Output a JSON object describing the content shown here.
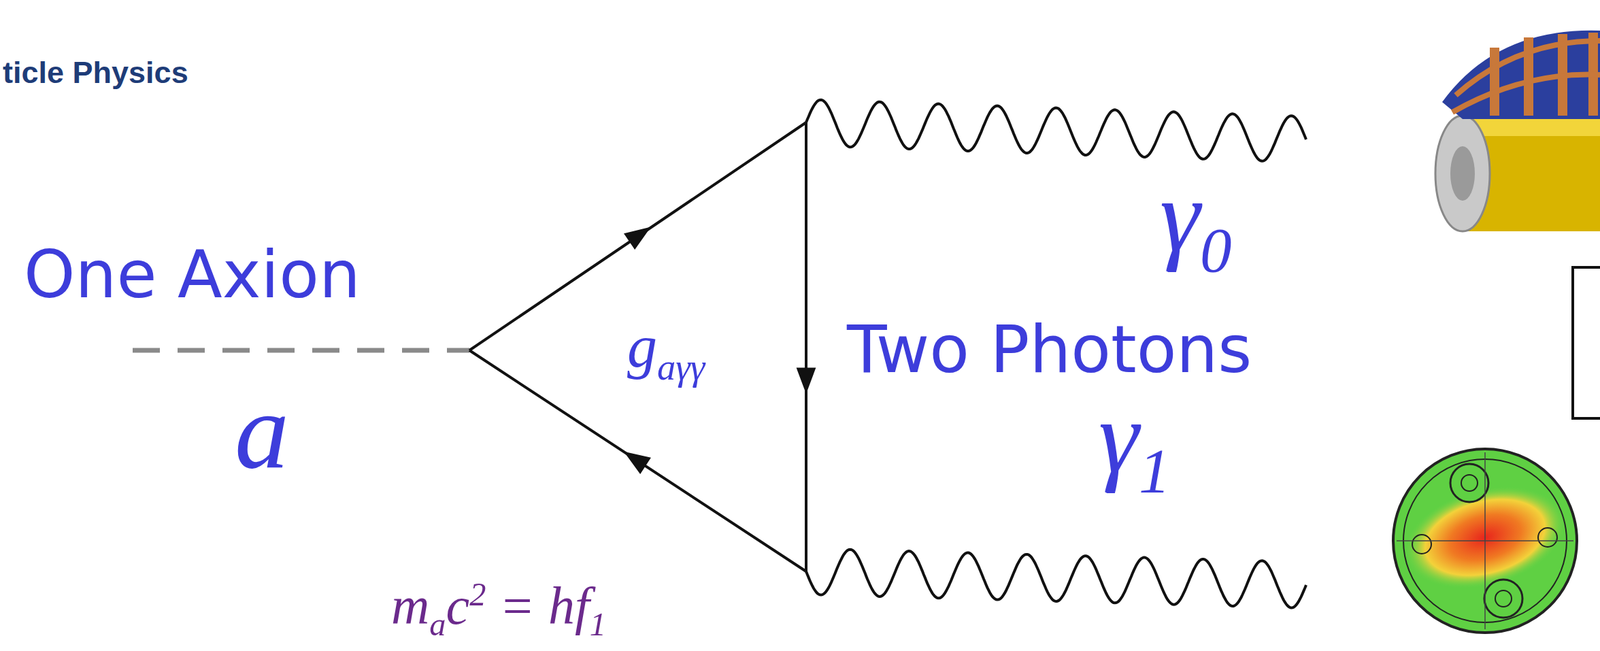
{
  "diagram": {
    "labels": [
      "ticle Physics",
      "One Axion",
      "a",
      "gaγγ",
      "Two Photons",
      "γ0",
      "γ1",
      "mac2 = hf1"
    ]
  }
}
